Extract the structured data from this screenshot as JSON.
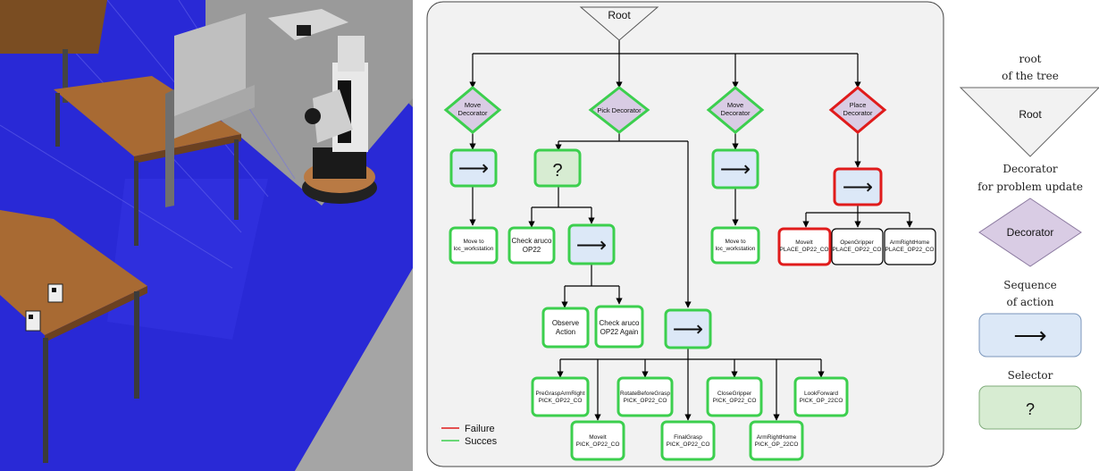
{
  "tree": {
    "root": "Root",
    "decorators": [
      "Move\nDecorator",
      "Pick Decorator",
      "Move\nDecorator",
      "Place\nDecorator"
    ],
    "sequence_symbol": "⟶",
    "selector_symbol": "?",
    "leaves": {
      "move1": "Move to\nloc_workstation",
      "check1": "Check aruco\nOP22",
      "observe": "Observe\nAction",
      "check2": "Check aruco\nOP22 Again",
      "move2": "Move to\nloc_workstation",
      "moveit_place": "MoveIt\nPLACE_OP22_CO",
      "opengripper": "OpenGripper\nPLACE_OP22_CO",
      "armright_place": "ArmRightHome\nPLACE_OP22_CO",
      "pregrasp": "PreGraspArmRight\nPICK_OP22_CO",
      "rotate": "RotateBeforeGrasp\nPICK_OP22_CO",
      "closegripper": "CloseGripper\nPICK_OP22_CO",
      "lookforward": "LookForward\nPICK_OP_22CO",
      "moveit_pick": "MoveIt\nPICK_OP22_CO",
      "finalgrasp": "FinalGrasp\nPICK_OP22_CO",
      "armright_pick": "ArmRightHome\nPICK_OP_22CO"
    }
  },
  "legend_lines": {
    "failure": "Failure",
    "success": "Succes"
  },
  "key": {
    "root_caption": "root\nof the tree",
    "root_label": "Root",
    "decorator_caption": "Decorator\nfor problem update",
    "decorator_label": "Decorator",
    "sequence_caption": "Sequence\nof action",
    "sequence_label": "⟶",
    "selector_caption": "Selector",
    "selector_label": "?"
  },
  "colors": {
    "success": "#3ccf4e",
    "failure": "#e01b1b",
    "sequence_fill": "#dce8f7",
    "selector_fill": "#d7ecd2",
    "decorator_fill": "#d9cce4",
    "panel_bg": "#f2f2f2",
    "floor_blue": "#2a2ad8"
  }
}
